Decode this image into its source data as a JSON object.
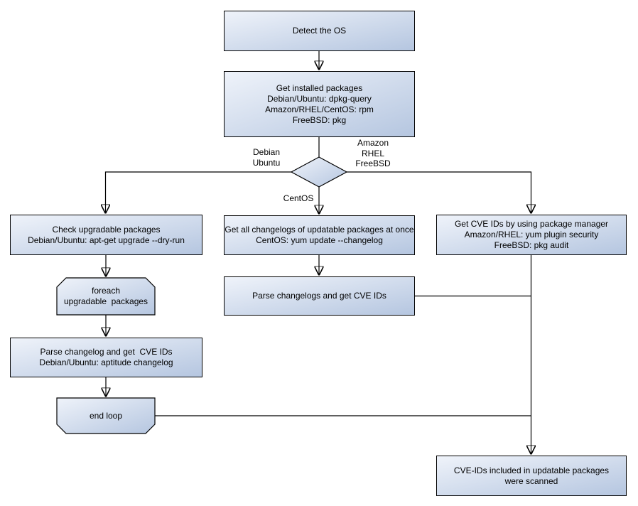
{
  "nodes": {
    "detect_os": {
      "lines": [
        "Detect the OS"
      ]
    },
    "get_installed_packages": {
      "lines": [
        "Get installed packages",
        "Debian/Ubuntu: dpkg-query",
        "Amazon/RHEL/CentOS: rpm",
        "FreeBSD: pkg"
      ]
    },
    "check_upgradable_packages": {
      "lines": [
        "Check upgradable packages",
        "Debian/Ubuntu: apt-get upgrade --dry-run"
      ]
    },
    "foreach_loop_start": {
      "lines": [
        "foreach",
        "upgradable  packages"
      ]
    },
    "parse_changelog_debian": {
      "lines": [
        "Parse changelog and get  CVE IDs",
        "Debian/Ubuntu: aptitude changelog"
      ]
    },
    "end_loop": {
      "lines": [
        "end loop"
      ]
    },
    "get_all_changelogs": {
      "lines": [
        "Get all changelogs of updatable packages at once",
        "CentOS: yum update --changelog"
      ]
    },
    "parse_changelogs_centos": {
      "lines": [
        "Parse changelogs and get CVE IDs"
      ]
    },
    "get_cve_ids_package_manager": {
      "lines": [
        "Get CVE IDs by using package manager",
        "Amazon/RHEL: yum plugin security",
        "FreeBSD: pkg audit"
      ]
    },
    "scan_result": {
      "lines": [
        "CVE-IDs included in updatable packages",
        "were scanned"
      ]
    }
  },
  "edge_labels": {
    "debian_ubuntu": {
      "lines": [
        "Debian",
        "Ubuntu"
      ]
    },
    "amazon_rhel_freebsd": {
      "lines": [
        "Amazon",
        "RHEL",
        "FreeBSD"
      ]
    },
    "centos": {
      "lines": [
        "CentOS"
      ]
    }
  },
  "colors": {
    "node_fill_light": "#eff3fa",
    "node_fill_dark": "#b5c6e0",
    "node_border": "#000000",
    "connector": "#000000",
    "background": "#ffffff",
    "text": "#000000"
  }
}
